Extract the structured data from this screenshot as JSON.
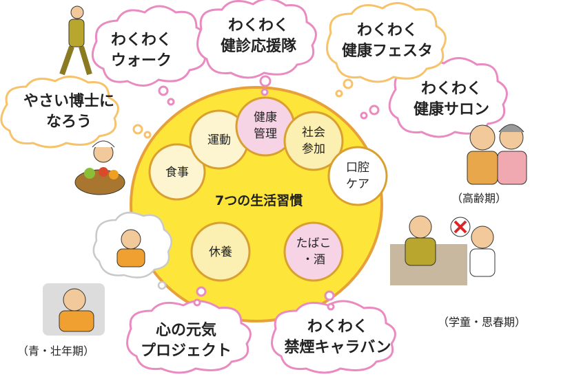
{
  "center_title": "7つの生活習慣",
  "habits": {
    "shokuji": "食事",
    "undo": "運動",
    "kenko_kanri": [
      "健康",
      "管理"
    ],
    "shakai_sanka": [
      "社会",
      "参加"
    ],
    "koku_care": [
      "口腔",
      "ケア"
    ],
    "kyuyo": "休養",
    "tabako_sake": [
      "たばこ",
      "・酒"
    ]
  },
  "programs": {
    "walk": [
      "わくわく",
      "ウォーク"
    ],
    "checkup": [
      "わくわく",
      "健診応援隊"
    ],
    "festa": [
      "わくわく",
      "健康フェスタ"
    ],
    "salon": [
      "わくわく",
      "健康サロン"
    ],
    "yasai": [
      "やさい博士に",
      "なろう"
    ],
    "kokoro": [
      "心の元気",
      "プロジェクト"
    ],
    "caravan": [
      "わくわく",
      "禁煙キャラバン"
    ]
  },
  "life_stages": {
    "elderly": "（高齢期）",
    "school": "（学童・思春期）",
    "adult": "（青・壮年期）"
  },
  "colors": {
    "big_circle": "#fde53a",
    "pink_cloud": "#e98ac0",
    "orange_cloud": "#f6c26a",
    "pink_circle": "#f7d3e6",
    "yellow_circle": "#fbefb2"
  }
}
